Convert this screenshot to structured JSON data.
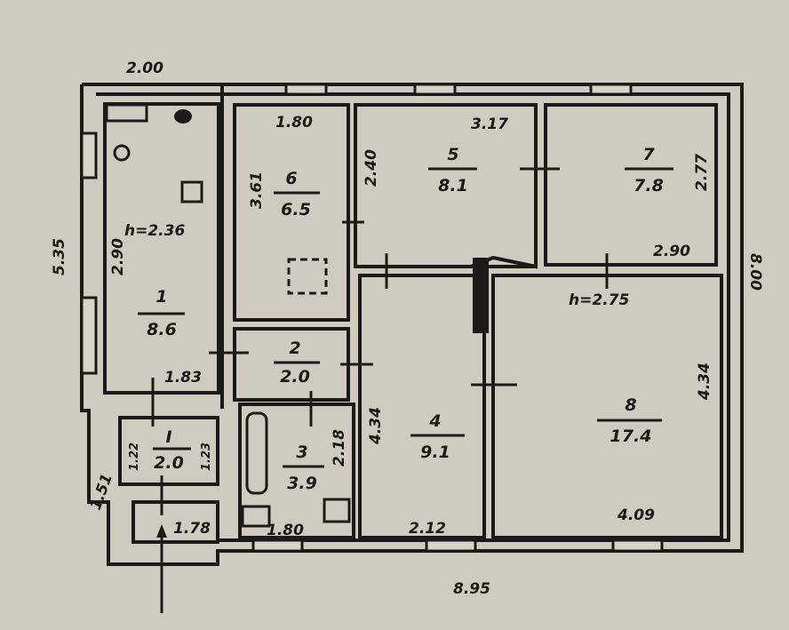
{
  "plan": {
    "outer_dims": {
      "top_left": "2.00",
      "left": "5.35",
      "right": "8.00",
      "bottom": "8.95",
      "entry_side": "1.51"
    },
    "rooms": [
      {
        "id": "1",
        "area": "8.6",
        "height": "h=2.36",
        "dims": [
          "2.90",
          "1.83"
        ]
      },
      {
        "id": "6",
        "area": "6.5",
        "dims": [
          "1.80",
          "3.61"
        ]
      },
      {
        "id": "2",
        "area": "2.0"
      },
      {
        "id": "3",
        "area": "3.9",
        "dims": [
          "2.18",
          "1.80"
        ]
      },
      {
        "id": "5",
        "area": "8.1",
        "dims": [
          "3.17",
          "2.40"
        ]
      },
      {
        "id": "7",
        "area": "7.8",
        "dims": [
          "2.77",
          "2.90"
        ]
      },
      {
        "id": "4",
        "area": "9.1",
        "dims": [
          "4.34",
          "2.12"
        ]
      },
      {
        "id": "8",
        "area": "17.4",
        "height": "h=2.75",
        "dims": [
          "4.34",
          "4.09"
        ]
      },
      {
        "id": "I",
        "area": "2.0",
        "dims": [
          "1.22",
          "1.23"
        ]
      }
    ],
    "porch_dim": "1.78"
  },
  "colors": {
    "paper": "#cfcbc1",
    "ink": "#1c1a18"
  }
}
